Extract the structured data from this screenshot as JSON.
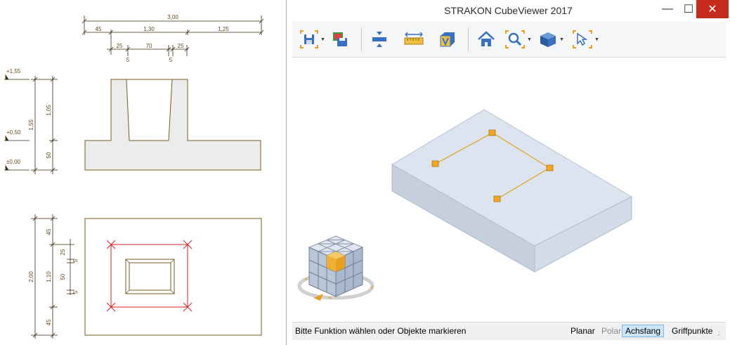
{
  "drawing": {
    "top_dims": {
      "overall": "3,00",
      "left": "45",
      "middle": "1,30",
      "right": "1,25",
      "sub_a": "25",
      "sub_b": "70",
      "sub_c": "25",
      "gap_a": "5",
      "gap_b": "5"
    },
    "levels": [
      "+1,55",
      "+0,50",
      "±0,00"
    ],
    "section_dims": {
      "total": "1,55",
      "upper": "1,05",
      "lower": "50"
    },
    "plan_dims": {
      "total": "2,00",
      "top": "45",
      "middle": "1,10",
      "bottom": "45",
      "inner_a": "25",
      "inner_b": "50",
      "gap_a": "5",
      "gap_b": "5"
    }
  },
  "window": {
    "title": "STRAKON CubeViewer 2017",
    "controls": {
      "minimize": "—",
      "maximize": "☐",
      "close": "✕"
    }
  },
  "toolbar": {
    "items": [
      {
        "name": "save-icon",
        "dropdown": true
      },
      {
        "name": "export-image-icon",
        "dropdown": false
      },
      {
        "name": "section-icon",
        "dropdown": false
      },
      {
        "name": "measure-icon",
        "dropdown": false
      },
      {
        "name": "view-cube-icon",
        "dropdown": false
      },
      {
        "name": "home-icon",
        "dropdown": false
      },
      {
        "name": "zoom-icon",
        "dropdown": true
      },
      {
        "name": "display-style-icon",
        "dropdown": true
      },
      {
        "name": "select-icon",
        "dropdown": true
      }
    ]
  },
  "colors": {
    "accent_orange": "#e8a020",
    "slab_top": "#dce4ef",
    "slab_side": "#c6cfdc",
    "close_red": "#c42b1c",
    "dim_brown": "#6b4a1e",
    "cross_red": "#d42020"
  },
  "status": {
    "message": "Bitte Funktion wählen oder Objekte markieren",
    "planar": "Planar",
    "polar": "Polar",
    "achsfang": "Achsfang",
    "griffpunkte": "Griffpunkte",
    "grip": ".:"
  }
}
